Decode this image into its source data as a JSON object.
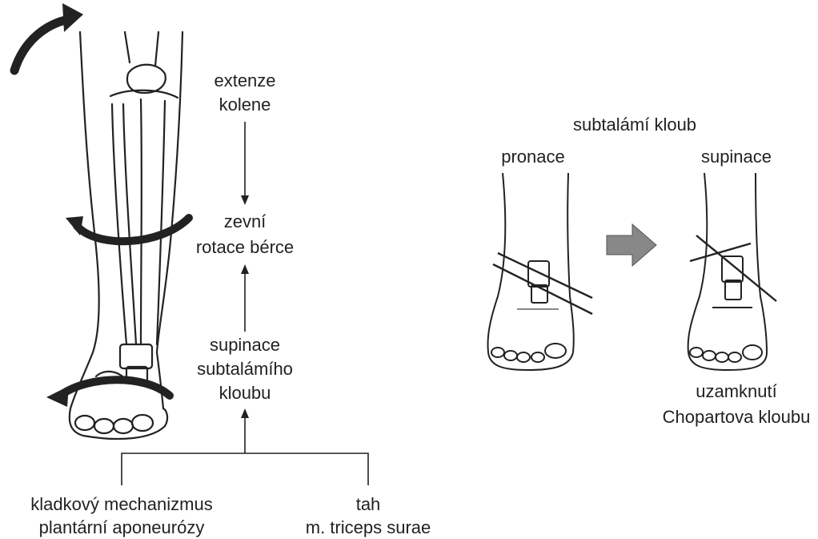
{
  "left_panel": {
    "top_label_line1": "extenze",
    "top_label_line2": "kolene",
    "middle_label_line1": "zevní",
    "middle_label_line2": "rotace bérce",
    "lower_label_line1": "supinace",
    "lower_label_line2": "subtalámího",
    "lower_label_line3": "kloubu",
    "bottom_left_line1": "kladkový mechanizmus",
    "bottom_left_line2": "plantární aponeurózy",
    "bottom_right_line1": "tah",
    "bottom_right_line2": "m. triceps surae"
  },
  "right_panel": {
    "title": "subtalámí kloub",
    "left_foot_label": "pronace",
    "right_foot_label": "supinace",
    "bottom_line1": "uzamknutí",
    "bottom_line2": "Chopartova kloubu"
  },
  "colors": {
    "ink": "#222222",
    "arrow_fill": "#888888"
  }
}
